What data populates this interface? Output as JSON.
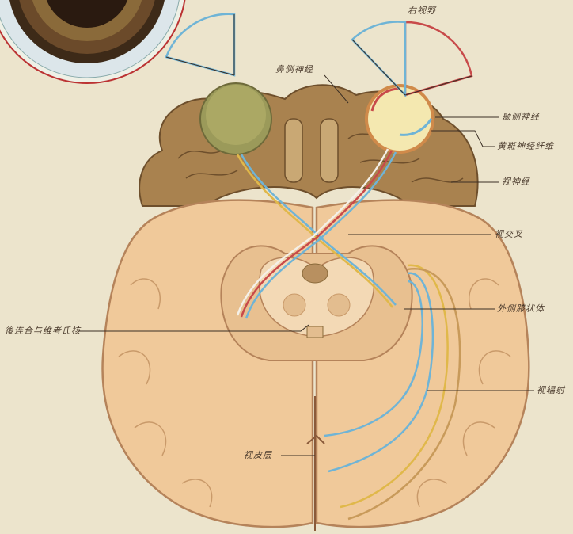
{
  "labels": {
    "right_visual_field": "右视野",
    "nasal_fibers": "鼻侧神经",
    "temporal_fibers": "颞侧神经",
    "macular_fibers": "黄斑神经纤维",
    "optic_nerve": "视神经",
    "optic_chiasm": "视交叉",
    "lateral_geniculate": "外侧膝状体",
    "optic_radiation": "视辐射",
    "visual_cortex": "视皮层",
    "posterior_commissure": "後连合与维考氏核"
  },
  "colors": {
    "background": "#ece4cc",
    "brain_tissue": "#f0c99a",
    "brain_outline": "#b5835a",
    "cerebellum_brown": "#9b7a4c",
    "eye_olive": "#9b9a5a",
    "right_eye_fill": "#f4e8b0",
    "fiber_red": "#c84a4a",
    "fiber_blue": "#6fb4d6",
    "fiber_yellow": "#e0b84a",
    "leader_line": "#3a2e24",
    "iris_ring": "#6b4a2a"
  }
}
